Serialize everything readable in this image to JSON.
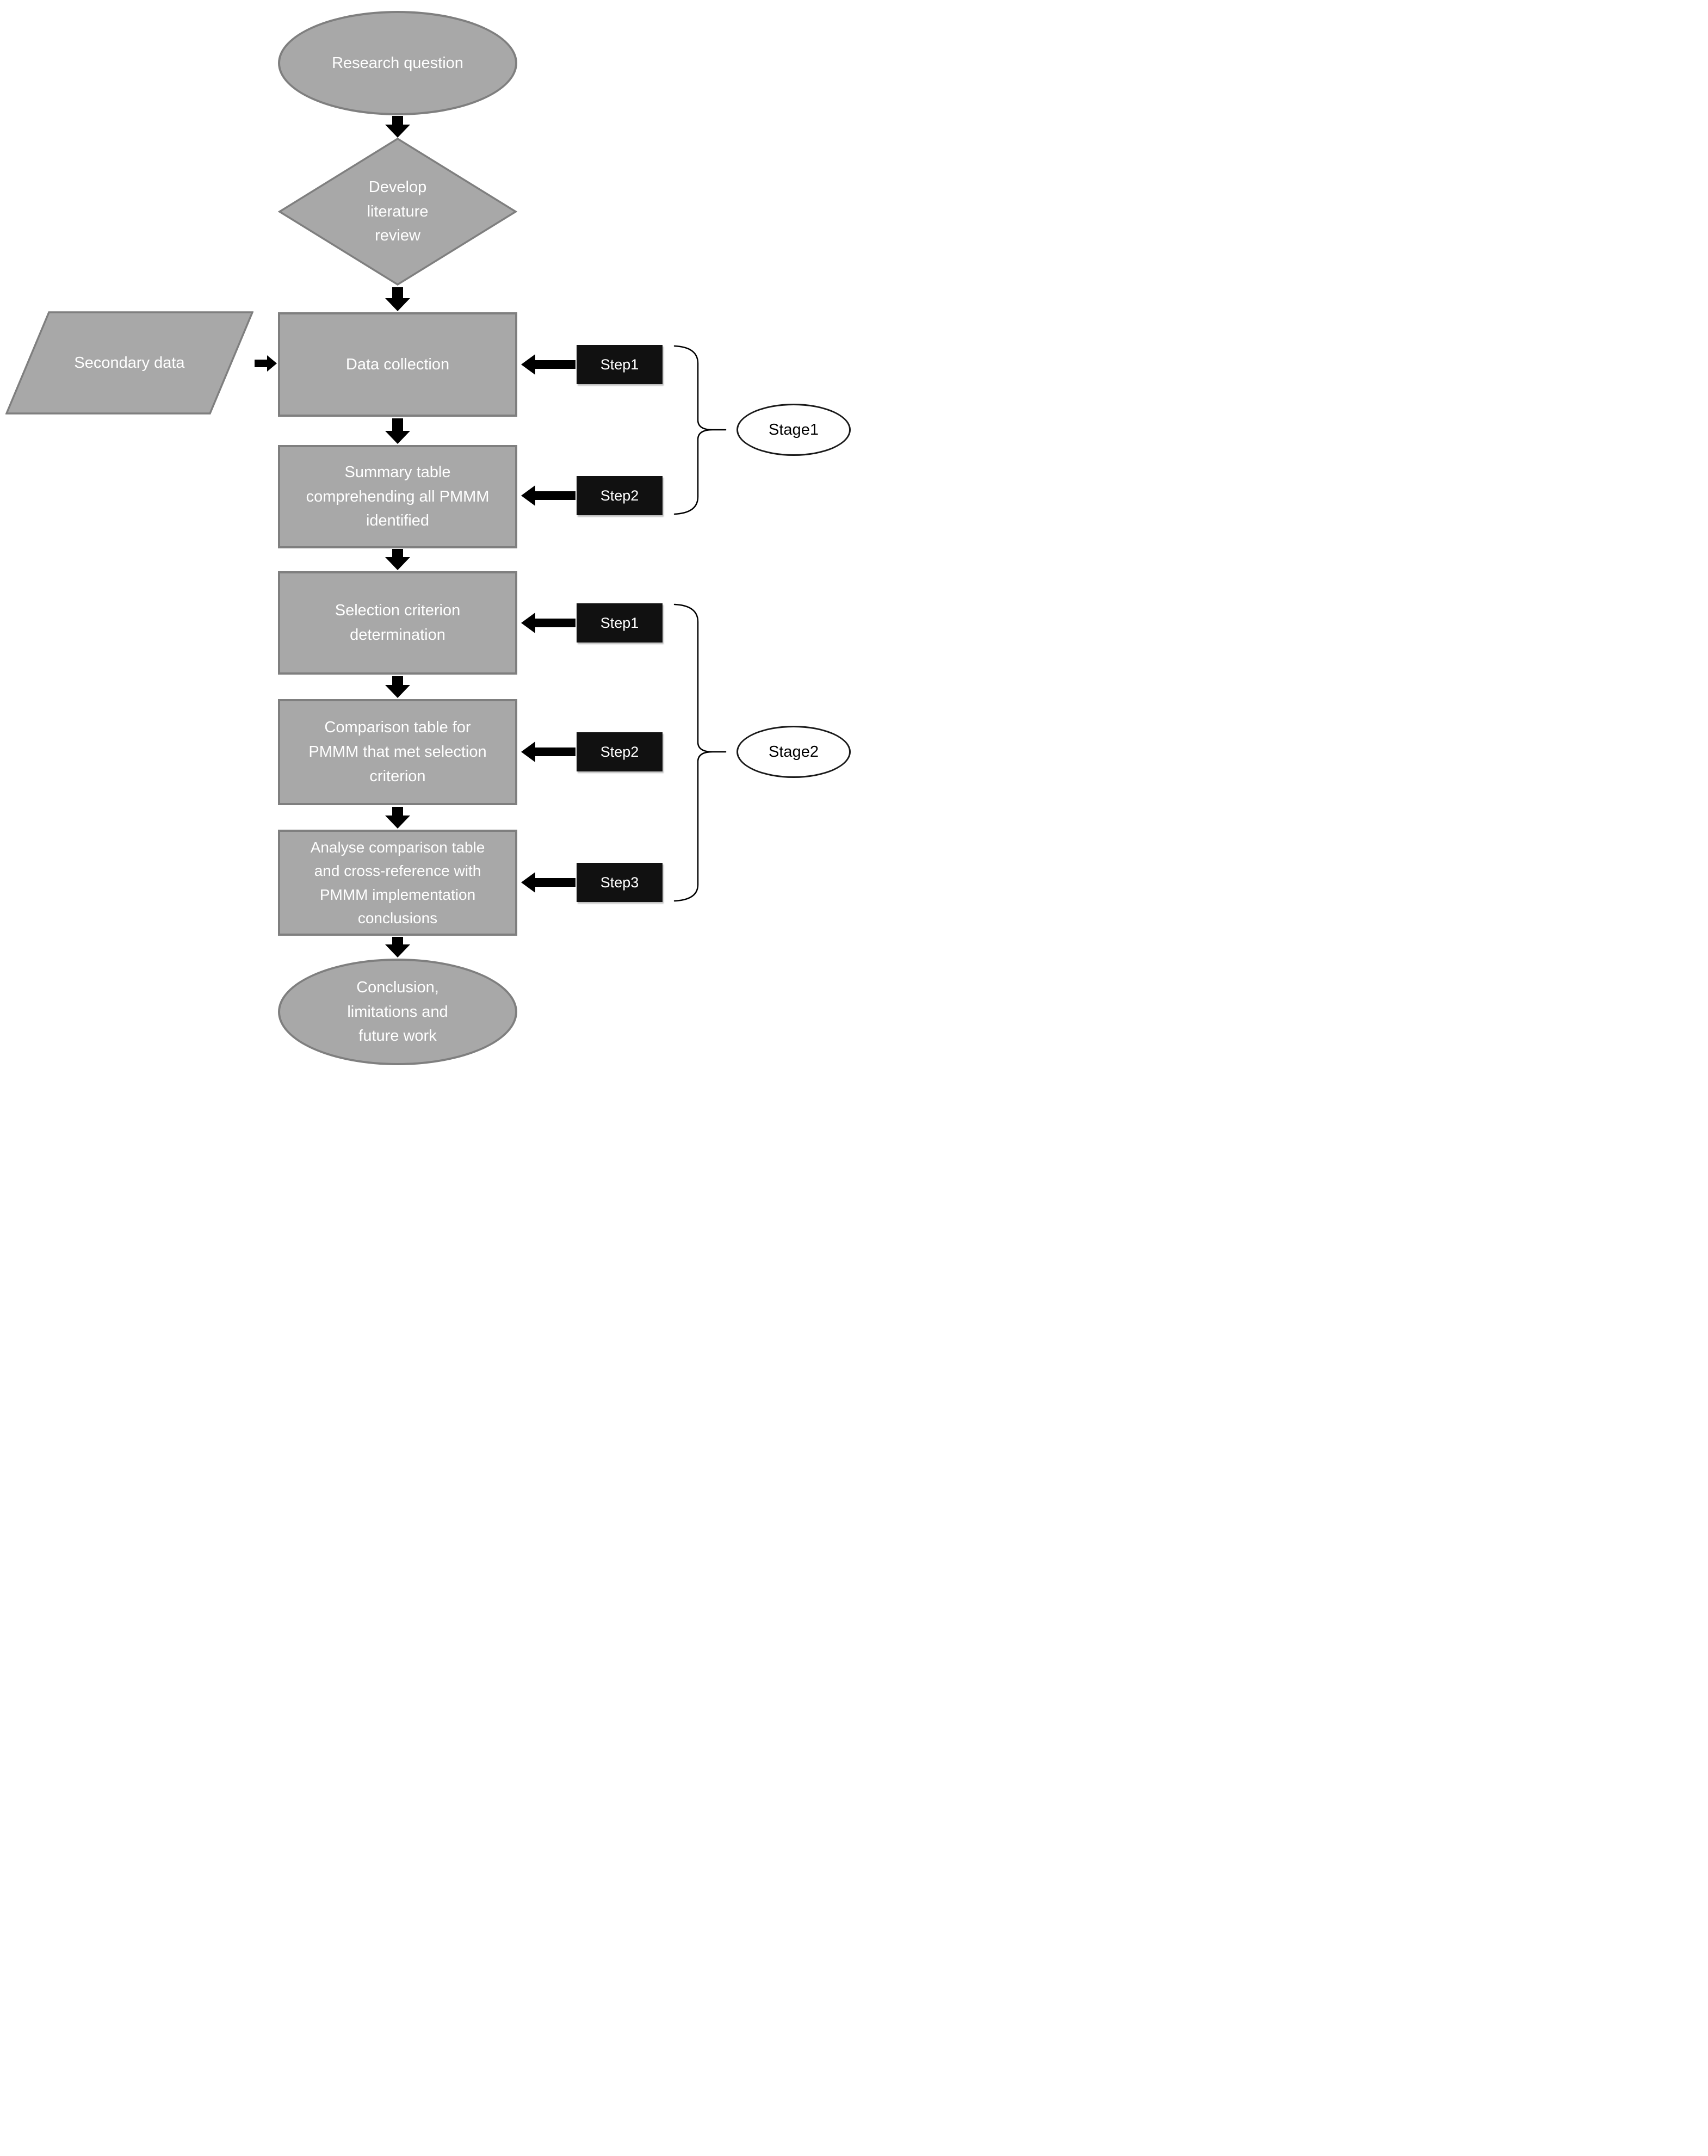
{
  "diagram": {
    "colors": {
      "shape_fill": "#a8a8a8",
      "shape_border": "#7f7f7f",
      "node_text": "#ffffff",
      "step_fill": "#111111",
      "step_text": "#ffffff",
      "stage_fill": "#ffffff",
      "stage_border": "#1a1a1a",
      "stage_text": "#000000",
      "arrow": "#000000"
    },
    "nodes": {
      "start": "Research question",
      "decision": "Develop literature review",
      "input": "Secondary data",
      "process1": "Data collection",
      "process2": "Summary table comprehending all PMMM identified",
      "process3": "Selection criterion determination",
      "process4": "Comparison table for PMMM that met selection criterion",
      "process5": "Analyse comparison table and cross-reference with PMMM implementation conclusions",
      "end": "Conclusion, limitations and future work"
    },
    "stage1": {
      "label": "Stage1",
      "steps": [
        "Step1",
        "Step2"
      ]
    },
    "stage2": {
      "label": "Stage2",
      "steps": [
        "Step1",
        "Step2",
        "Step3"
      ]
    }
  }
}
